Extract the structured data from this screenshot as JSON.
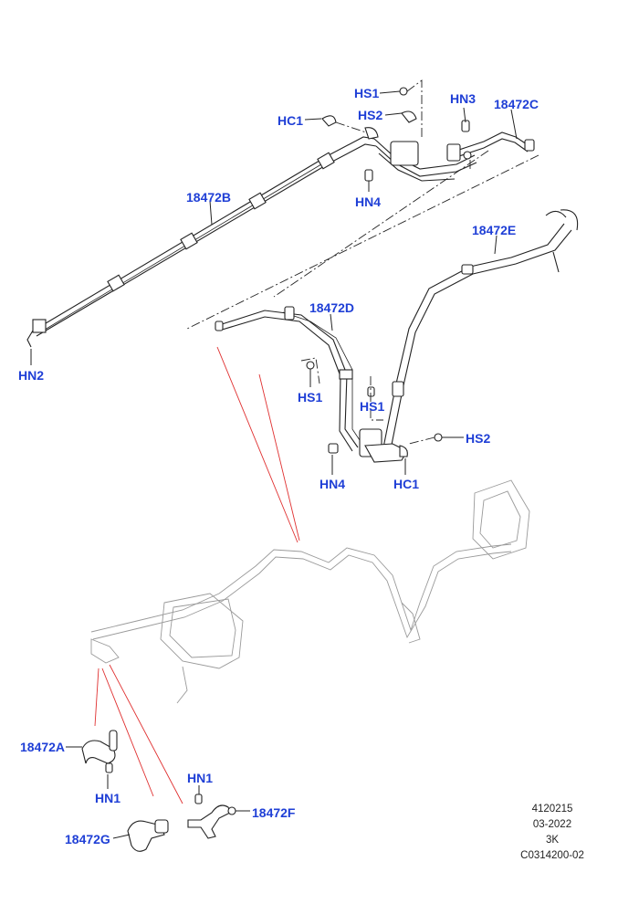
{
  "callouts": {
    "hs1_top": "HS1",
    "hs2_top": "HS2",
    "hc1_top": "HC1",
    "hn3": "HN3",
    "p18472c": "18472C",
    "hn4_top": "HN4",
    "p18472b": "18472B",
    "hn2": "HN2",
    "p18472e": "18472E",
    "p18472d": "18472D",
    "hs1_mid_left": "HS1",
    "hs1_mid": "HS1",
    "hs2_mid": "HS2",
    "hn4_mid": "HN4",
    "hc1_mid": "HC1",
    "p18472a": "18472A",
    "hn1_left": "HN1",
    "hn1_right": "HN1",
    "p18472f": "18472F",
    "p18472g": "18472G"
  },
  "meta": {
    "line1": "4120215",
    "line2": "03-2022",
    "line3": "3K",
    "line4": "C0314200-02"
  },
  "colors": {
    "label": "#1f3fd6",
    "leader_red": "#e03030",
    "line": "#222222"
  }
}
